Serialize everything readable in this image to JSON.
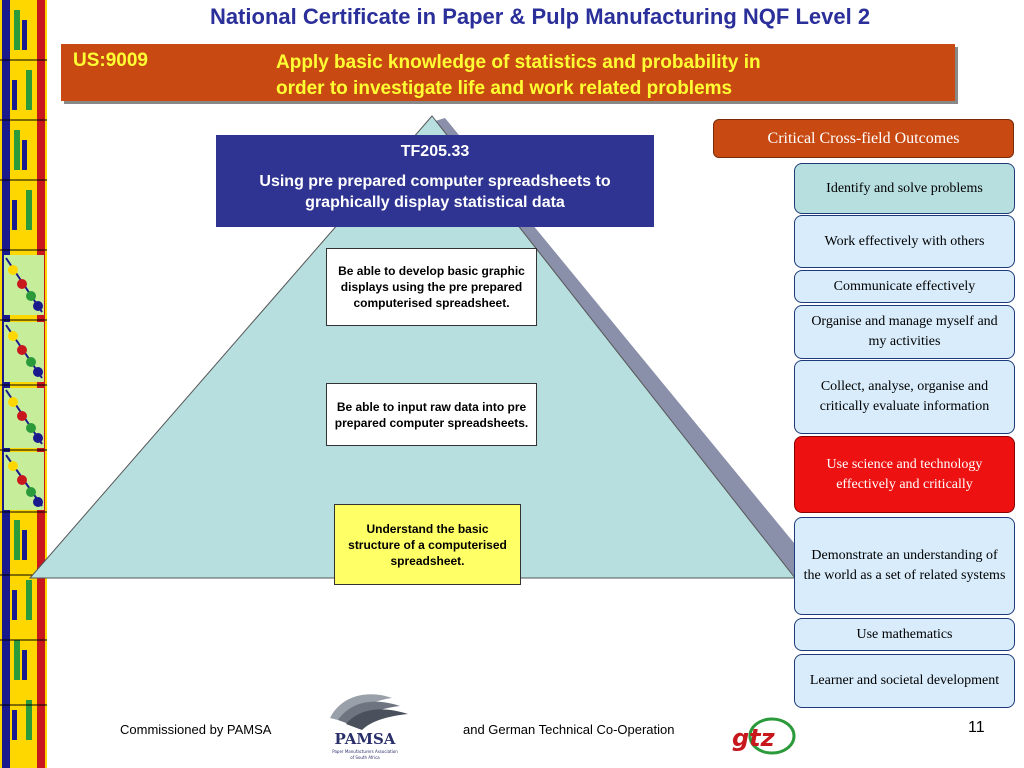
{
  "title": "National Certificate in Paper & Pulp Manufacturing NQF Level 2",
  "banner": {
    "code": "US:9009",
    "desc_line1": "Apply basic knowledge of statistics and probability in",
    "desc_line2": "order to investigate life and work related problems"
  },
  "tf": {
    "code": "TF205.33",
    "desc": "Using pre prepared computer spreadsheets to graphically display statistical data"
  },
  "pyramid_boxes": [
    "Be able to develop basic graphic displays using the pre prepared computerised spreadsheet.",
    "Be able to input raw data into pre prepared computer spreadsheets.",
    "Understand the basic structure of a computerised spreadsheet."
  ],
  "outcomes": {
    "heading": "Critical Cross-field Outcomes",
    "items": [
      "Identify and solve problems",
      "Work effectively with others",
      "Communicate effectively",
      "Organise and manage myself and my activities",
      "Collect, analyse, organise and critically evaluate information",
      "Use science and technology effectively and critically",
      "Demonstrate an understanding of the world as a set of related systems",
      "Use mathematics",
      "Learner and societal development"
    ]
  },
  "footer": {
    "left": "Commissioned by PAMSA",
    "mid": "and German Technical Co-Operation",
    "page": "11",
    "pamsa_logo_text": "PAMSA",
    "pamsa_logo_sub": "Paper Manufacturers Association of South Africa",
    "gtz_logo_text": "gtz"
  },
  "colors": {
    "title": "#2a2f9a",
    "banner": "#c84a12",
    "banner_text": "#ffff33",
    "tf_box": "#2f3493",
    "pyramid": "#b8dfe0",
    "highlight_outcome": "#ee1111",
    "yellow_box": "#ffff66"
  }
}
